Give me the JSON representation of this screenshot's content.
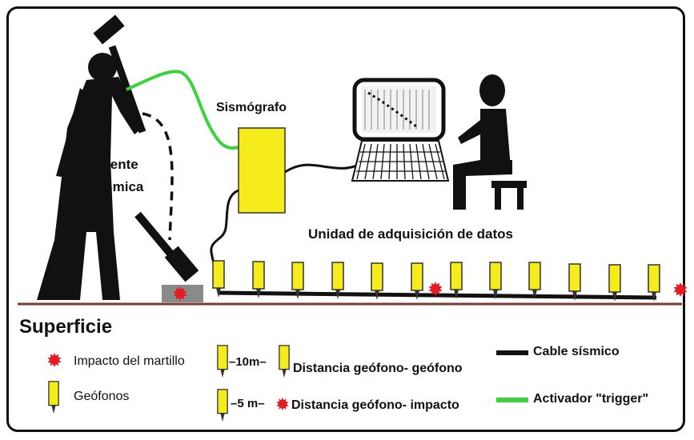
{
  "labels": {
    "seismograph": "Sismógrafo",
    "source_line1": "Fuente",
    "source_line2": "sísmica",
    "acquisition_unit": "Unidad de adquisición de datos",
    "surface": "Superficie"
  },
  "legend": {
    "hammer_impact": "Impacto del martillo",
    "geophones": "Geófonos",
    "spacing_10m": "–10m–",
    "geophone_geophone": "Distancia geófono- geófono",
    "spacing_5m": "–5 m–",
    "geophone_impact": "Distancia geófono- impacto",
    "seismic_cable": "Cable sísmico",
    "trigger": "Activador \"trigger\""
  },
  "colors": {
    "geophone_yellow": "#f6ec1c",
    "impact_red": "#e51b24",
    "trigger_green": "#39d439",
    "cable_black": "#111111",
    "ground_brown": "#7a3a2c",
    "plate_gray": "#8a8a8a"
  },
  "icons": [
    "hammer-operator-figure",
    "hammer-icon",
    "seismograph-box",
    "laptop-icon",
    "seated-person-figure",
    "geophone-icon",
    "impact-star-icon"
  ]
}
